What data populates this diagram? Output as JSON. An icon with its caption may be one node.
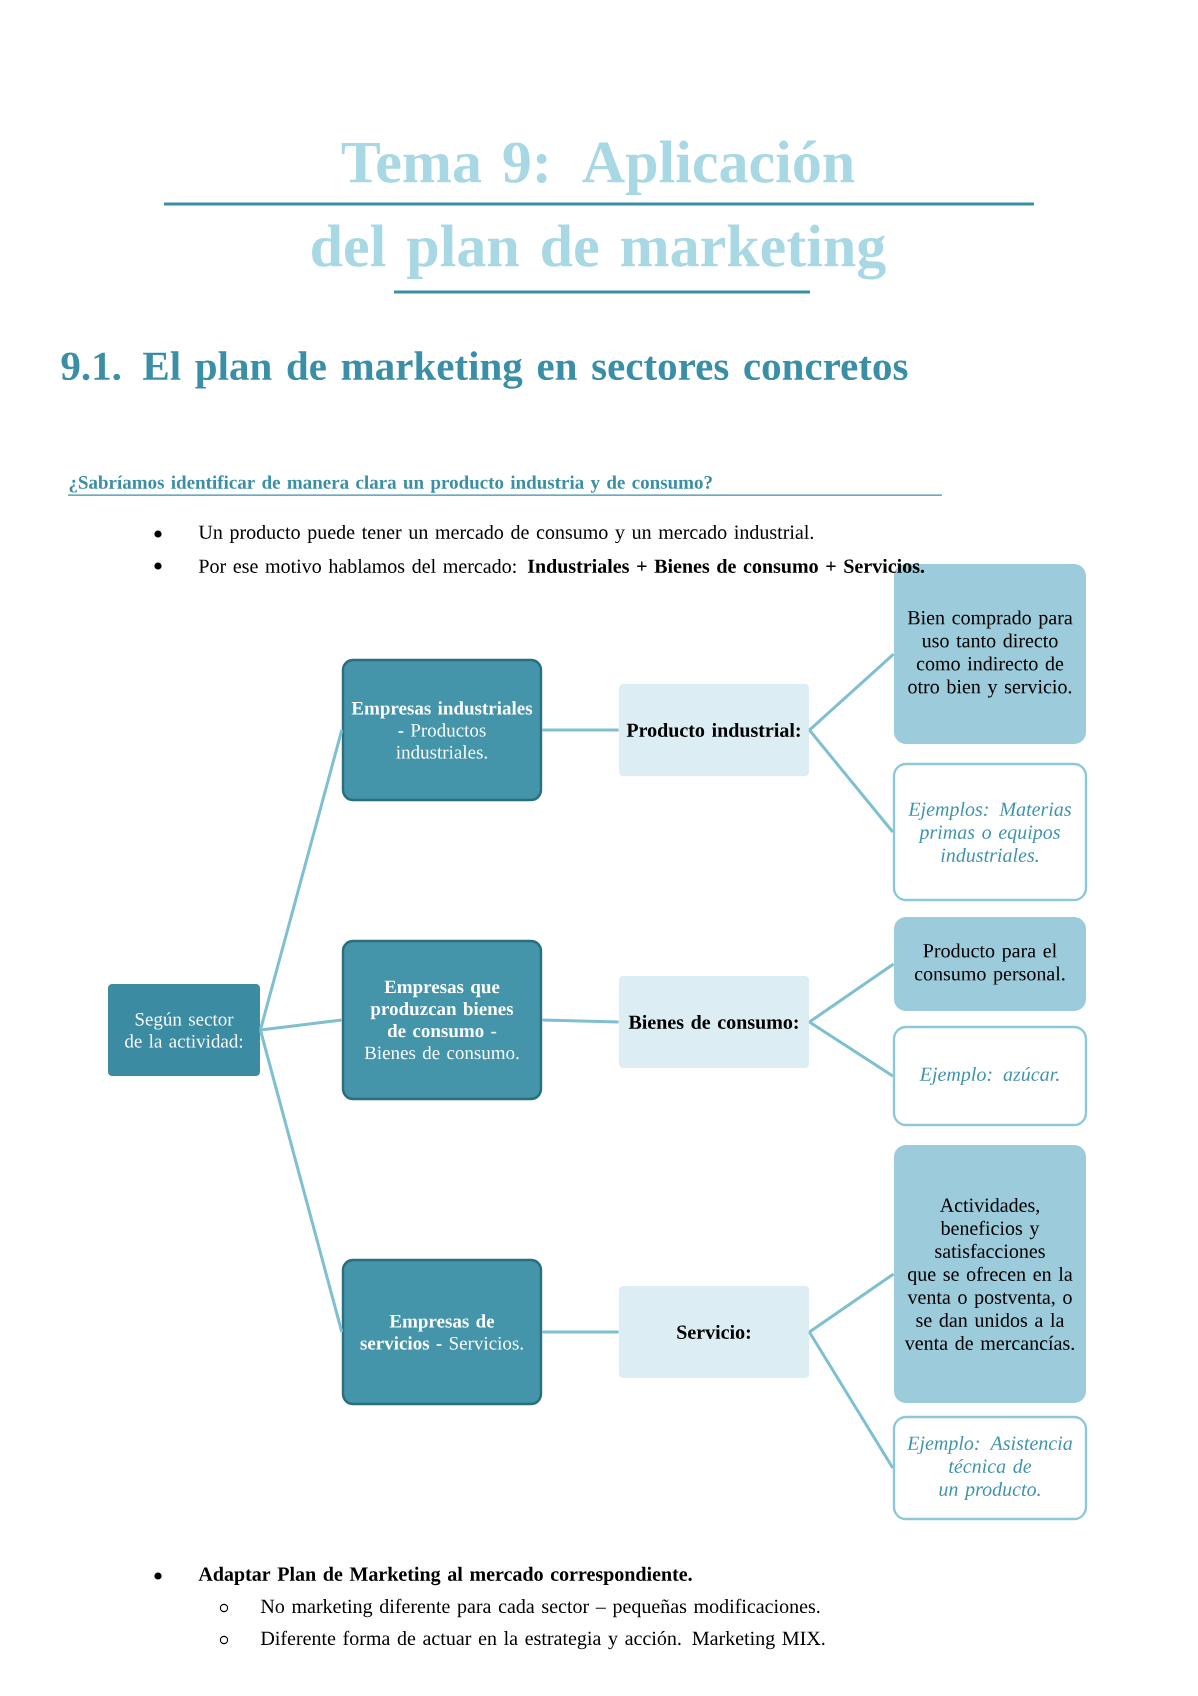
{
  "diagram": {
    "title": "Tema 9: Aplicación del plan de marketing",
    "nodes": [
      {
        "text": [
          "Según sector de la actividad:"
        ]
      },
      {
        "text": [
          "**Empresas industriales -** Productos industriales."
        ]
      },
      {
        "text": [
          "**Empresas que produzcan bienes de consumo -** Bienes de consumo."
        ]
      },
      {
        "text": [
          "**Empresas de servicios -** Servicios."
        ]
      },
      {
        "text": [
          "Producto industrial:"
        ]
      },
      {
        "text": [
          "Bienes de consumo:"
        ]
      },
      {
        "text": [
          "**Servicio**:"
        ]
      },
      {
        "text": [
          "Bien comprado para uso tanto directo como indirecto de otro bien y servicio."
        ]
      },
      {
        "text": [
          "Ejemplos: Materias primas o equipos industriales."
        ]
      },
      {
        "text": [
          "Producto para el consumo personal."
        ]
      },
      {
        "text": [
          "Ejemplo: azúcar."
        ]
      },
      {
        "text": [
          "Actividades, beneficios y satisfacciones que se ofrecen en la venta o postventa, o se dan unidos a la venta de mercancías."
        ]
      },
      {
        "text": [
          "Ejemplo: Asistencia técnica de un producto."
        ]
      }
    ],
    "edges": [
      {
        "from": 0,
        "to": 1,
        "arrow": "none"
      },
      {
        "from": 0,
        "to": 2,
        "arrow": "none"
      },
      {
        "from": 0,
        "to": 3,
        "arrow": "none"
      },
      {
        "from": 1,
        "to": 4,
        "arrow": "none"
      },
      {
        "from": 2,
        "to": 5,
        "arrow": "none"
      },
      {
        "from": 3,
        "to": 6,
        "arrow": "none"
      },
      {
        "from": 4,
        "to": 7,
        "arrow": "none"
      },
      {
        "from": 4,
        "to": 8,
        "arrow": "none"
      },
      {
        "from": 5,
        "to": 9,
        "arrow": "none"
      },
      {
        "from": 5,
        "to": 10,
        "arrow": "none"
      },
      {
        "from": 6,
        "to": 11,
        "arrow": "none"
      },
      {
        "from": 6,
        "to": 12,
        "arrow": "none"
      }
    ],
    "labels": [
      "9.1. El plan de marketing en sectores concretos",
      "¿Sabríamos identificar de manera clara un producto industria y de consumo?",
      "Un producto puede tener un mercado de consumo y un mercado industrial.",
      "Por ese motivo hablamos del mercado: **Industriales + Bienes de consumo + Servicios.**",
      "Adaptar Plan de Marketing al mercado correspondiente.",
      "No marketing diferente para cada sector – pequeñas modificaciones.",
      "Diferente forma de actuar en la estrategia y acción. Marketing MIX."
    ]
  }
}
